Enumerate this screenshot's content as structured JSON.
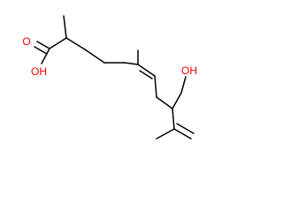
{
  "labels": {
    "acid_oh": "OH",
    "acid_o": "O",
    "alcohol_oh": "OH"
  },
  "colors": {
    "bond": "#000000",
    "heteroatom": "#ff0000",
    "background": "#ffffff"
  }
}
